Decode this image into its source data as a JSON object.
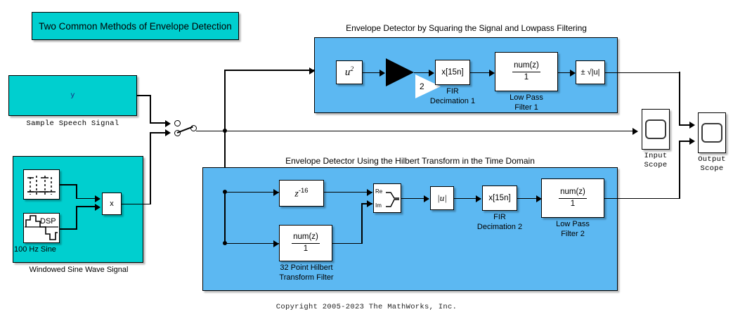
{
  "banner": {
    "title": "Two Common Methods of Envelope Detection"
  },
  "copyright": "Copyright 2005-2023 The MathWorks, Inc.",
  "sources": {
    "speech": {
      "icon_label": "y",
      "caption": "Sample Speech Signal"
    },
    "windowed": {
      "caption": "Windowed Sine Wave Signal",
      "window_icon": "window-function-icon",
      "sine_icon": "dsp-sine-wave-icon",
      "sine_caption": "100 Hz Sine",
      "product_label": "x"
    },
    "switch": {
      "name": "manual-switch"
    }
  },
  "subsystems": [
    {
      "title": "Envelope Detector by Squaring the Signal and Lowpass Filtering",
      "blocks": [
        {
          "name": "square",
          "label": "u",
          "sup": "2",
          "caption": ""
        },
        {
          "name": "gain",
          "label": "2",
          "caption": ""
        },
        {
          "name": "fir-decimation-1",
          "label": "x[15n]",
          "caption": "FIR\nDecimation 1"
        },
        {
          "name": "low-pass-filter-1",
          "num": "num(z)",
          "den": "1",
          "caption": "Low Pass\nFilter 1"
        },
        {
          "name": "signed-sqrt",
          "label": "± √|u|",
          "caption": ""
        }
      ]
    },
    {
      "title": "Envelope Detector Using the Hilbert Transform in the Time Domain",
      "blocks": [
        {
          "name": "delay",
          "label": "z",
          "sup": "-16",
          "caption": ""
        },
        {
          "name": "hilbert-filter",
          "num": "num(z)",
          "den": "1",
          "caption": "32 Point Hilbert\nTransform Filter"
        },
        {
          "name": "real-imag-to-complex",
          "port_re": "Re",
          "port_im": "Im",
          "caption": ""
        },
        {
          "name": "magnitude",
          "label": "|u|",
          "caption": ""
        },
        {
          "name": "fir-decimation-2",
          "label": "x[15n]",
          "caption": "FIR\nDecimation 2"
        },
        {
          "name": "low-pass-filter-2",
          "num": "num(z)",
          "den": "1",
          "caption": "Low Pass\nFilter 2"
        }
      ]
    }
  ],
  "scopes": [
    {
      "name": "input-scope",
      "caption": "Input\nScope"
    },
    {
      "name": "output-scope",
      "caption": "Output\nScope"
    }
  ],
  "colors": {
    "teal": "#00cfcf",
    "subsystem_blue": "#5cb8f2",
    "line": "#000000",
    "background": "#ffffff"
  }
}
